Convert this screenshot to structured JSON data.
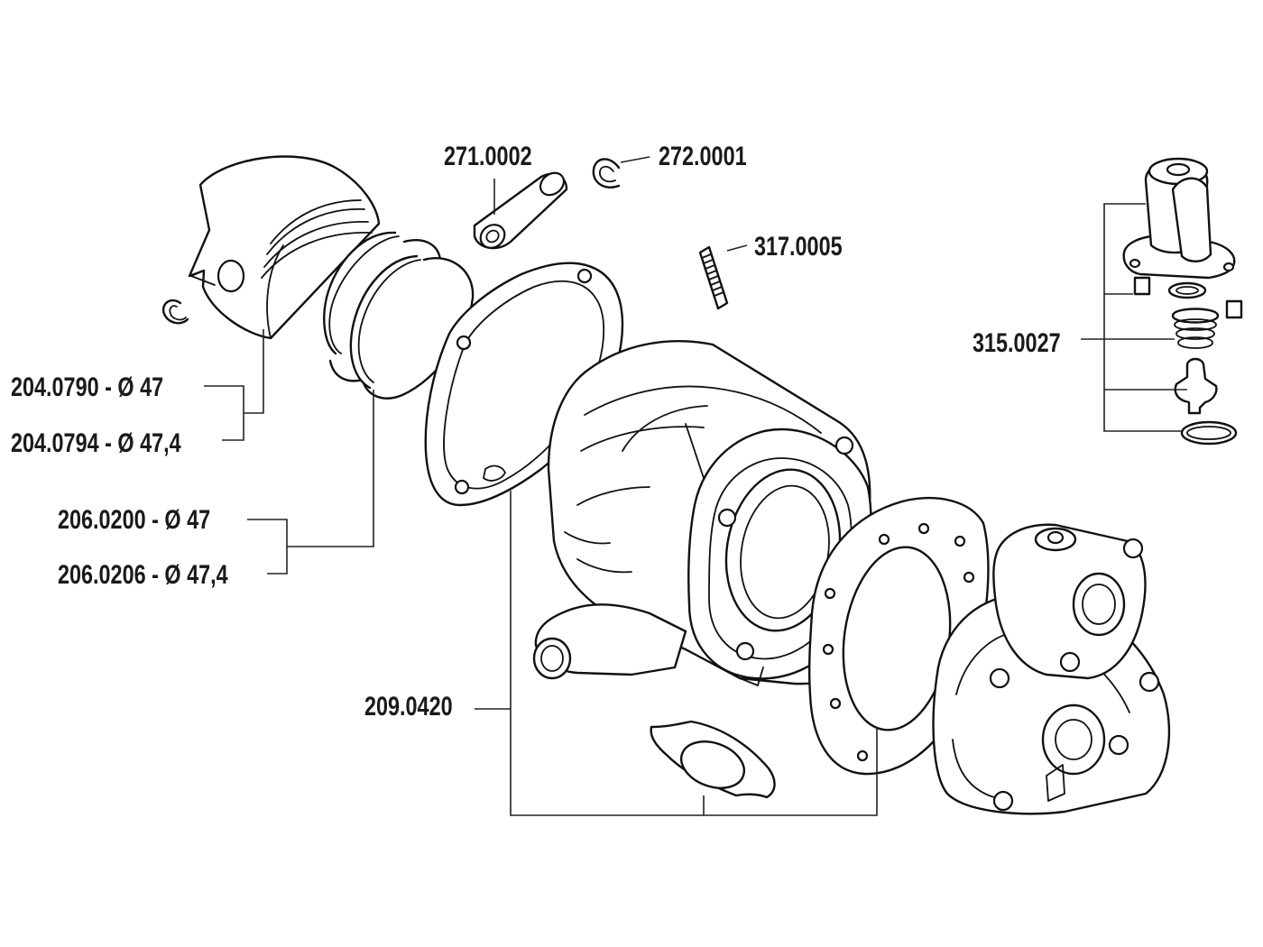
{
  "labels": {
    "pin": "271.0002",
    "circlip": "272.0001",
    "stud": "317.0005",
    "valve": "315.0027",
    "piston_47": "204.0790 - Ø 47",
    "piston_474": "204.0794 - Ø 47,4",
    "ring_47": "206.0200 - Ø 47",
    "ring_474": "206.0206 - Ø 47,4",
    "gasket_set": "209.0420"
  },
  "colors": {
    "line": "#111111",
    "background": "#ffffff"
  }
}
